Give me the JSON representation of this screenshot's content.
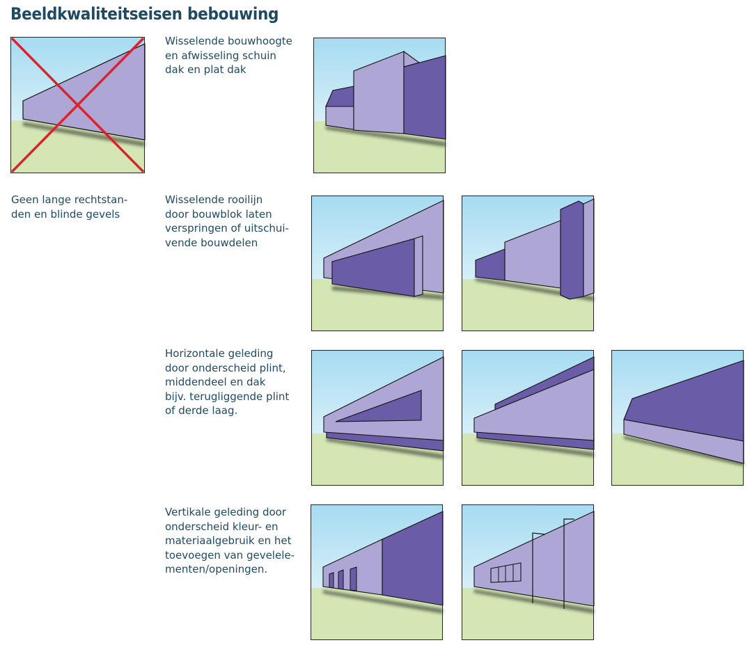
{
  "page": {
    "title": "Beeldkwaliteitseisen bebouwing"
  },
  "captions": {
    "avoid": "Geen lange rechtstan-\nden en blinde gevels",
    "building_height": "Wisselende bouwhoogte\nen afwisseling schuin\ndak en plat dak",
    "setback": "Wisselende rooilijn\ndoor bouwblok laten\nverspringen of uitschui-\nvende bouwdelen",
    "horizontal": "Horizontale geleding\ndoor onderscheid plint,\nmiddendeel en dak\nbijv. terugliggende plint\nof derde laag.",
    "vertical": "Vertikale geleding door\nonderscheid kleur- en\nmateriaalgebruik en het\ntoevoegen van gevelele-\nmenten/openingen."
  },
  "colors": {
    "title": "#1f4a63",
    "text": "#1f4a63",
    "sky_top": "#a7dcf2",
    "sky_bottom": "#ffffff",
    "grass": "#d3e6b3",
    "facade_light": "#aea7d5",
    "facade_dark": "#6b5ca8",
    "outline": "#111111",
    "cross": "#d9232d"
  },
  "icons": {
    "cross": "red-cross-icon"
  }
}
